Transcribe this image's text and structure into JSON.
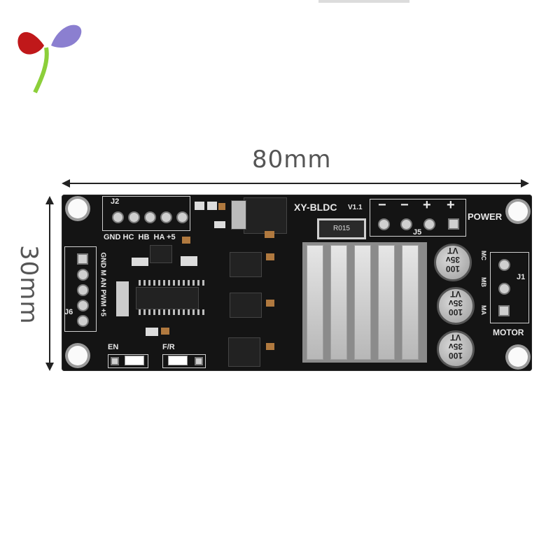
{
  "dimensions": {
    "width_label": "80mm",
    "height_label": "30mm"
  },
  "board": {
    "model": "XY-BLDC",
    "version": "V1.1",
    "resistor": "R015",
    "j2": {
      "label": "J2",
      "pins": "GND HC  HB  HA +5"
    },
    "j5": {
      "label": "J5",
      "pol1": "−",
      "pol2": "−",
      "pol3": "+",
      "pol4": "+"
    },
    "power_label": "POWER",
    "j1": {
      "label": "J1",
      "motor_label": "MOTOR",
      "pin_mc": "MC",
      "pin_mb": "MB",
      "pin_ma": "MA"
    },
    "j6": {
      "label": "J6",
      "pins": "GND M AN PWM +5"
    },
    "en_label": "EN",
    "fr_label": "F/R",
    "capacitor_text": "100\n35v\nVT"
  },
  "icons": [
    "logo-icon"
  ]
}
